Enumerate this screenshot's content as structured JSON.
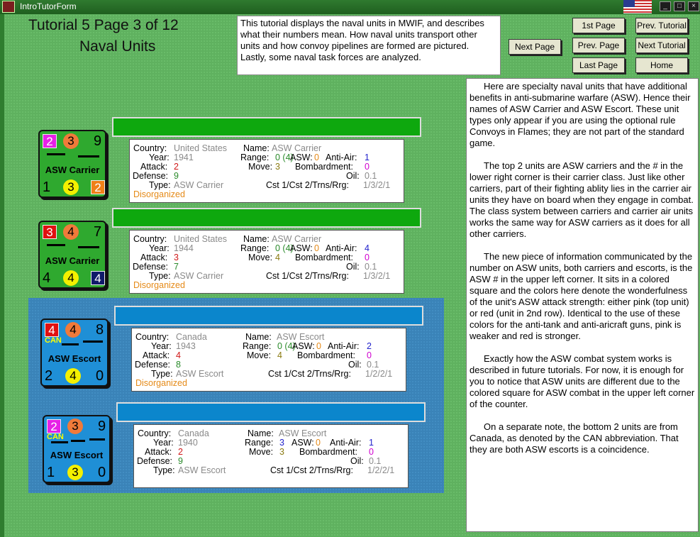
{
  "window": {
    "title": "IntroTutorForm",
    "min": "_",
    "max": "□",
    "close": "×"
  },
  "header": {
    "title": "Tutorial 5   Page 3 of 12",
    "subtitle": "Naval Units",
    "intro": "This tutorial displays the naval units in MWIF, and describes what their numbers mean.  How naval units transport other units and how convoy pipelines are formed are pictured.  Lastly, some naval task forces are analyzed."
  },
  "nav": {
    "next_page": "Next Page",
    "first_page": "1st Page",
    "prev_tutorial": "Prev. Tutorial",
    "prev_page": "Prev. Page",
    "next_tutorial": "Next Tutorial",
    "last_page": "Last Page",
    "home": "Home"
  },
  "labels": {
    "country": "Country:",
    "name": "Name:",
    "year": "Year:",
    "range": "Range:",
    "asw": "ASW:",
    "anti_air": "Anti-Air:",
    "attack": "Attack:",
    "move": "Move:",
    "bombardment": "Bombardment:",
    "defense": "Defense:",
    "oil": "Oil:",
    "type": "Type:",
    "cst": "Cst 1/Cst 2/Trns/Rrg:"
  },
  "units": [
    {
      "counter": {
        "tl": "2",
        "tm": "3",
        "tr": "9",
        "label": "ASW Carrier",
        "bl": "1",
        "bm": "3",
        "br": "2",
        "can": ""
      },
      "country": "United States",
      "name": "ASW Carrier",
      "year": "1941",
      "range": "0 (4)",
      "asw": "0",
      "anti_air": "1",
      "attack": "2",
      "move": "3",
      "bombardment": "0",
      "defense": "9",
      "oil": "0.1",
      "type": "ASW Carrier",
      "cst": "1/3/2/1",
      "status": "Disorganized"
    },
    {
      "counter": {
        "tl": "3",
        "tm": "4",
        "tr": "7",
        "label": "ASW Carrier",
        "bl": "4",
        "bm": "4",
        "br": "4",
        "can": ""
      },
      "country": "United States",
      "name": "ASW Carrier",
      "year": "1944",
      "range": "0 (4)",
      "asw": "0",
      "anti_air": "4",
      "attack": "3",
      "move": "4",
      "bombardment": "0",
      "defense": "7",
      "oil": "0.1",
      "type": "ASW Carrier",
      "cst": "1/3/2/1",
      "status": "Disorganized"
    },
    {
      "counter": {
        "tl": "4",
        "tm": "4",
        "tr": "8",
        "label": "ASW Escort",
        "bl": "2",
        "bm": "4",
        "br": "0",
        "can": "CAN"
      },
      "country": "Canada",
      "name": "ASW Escort",
      "year": "1943",
      "range": "0 (4)",
      "asw": "0",
      "anti_air": "2",
      "attack": "4",
      "move": "4",
      "bombardment": "0",
      "defense": "8",
      "oil": "0.1",
      "type": "ASW Escort",
      "cst": "1/2/2/1",
      "status": "Disorganized"
    },
    {
      "counter": {
        "tl": "2",
        "tm": "3",
        "tr": "9",
        "label": "ASW Escort",
        "bl": "1",
        "bm": "3",
        "br": "0",
        "can": "CAN"
      },
      "country": "Canada",
      "name": "ASW Escort",
      "year": "1940",
      "range": "3",
      "asw": "0",
      "anti_air": "1",
      "attack": "2",
      "move": "3",
      "bombardment": "0",
      "defense": "9",
      "oil": "0.1",
      "type": "ASW Escort",
      "cst": "1/2/2/1",
      "status": ""
    }
  ],
  "right_text": [
    "Here are specialty naval units that have additional benefits in anti-submarine warfare (ASW).  Hence their names of ASW Carrier and ASW Escort.  These unit types only appear if you are using the optional rule Convoys in Flames; they are not part of the standard game.",
    "The top 2 units are ASW carriers and the # in the lower right corner is their carrier class.  Just like other carriers, part of their fighting ablity lies in the carrier air units they have on board when they engage in combat.  The class system between carriers and carrier air units works the same way for ASW carriers as it does for all other carriers.",
    "The new piece of information communicated by the number on ASW units, both carriers and escorts, is the ASW # in the upper left corner.  It sits in a colored square and the colors here denote the wonderfulness of the unit's ASW attack strength: either pink (top unit) or red (unit in 2nd row).  Identical to the use of these colors for the anti-tank and anti-aricraft guns, pink is weaker and red is stronger.",
    "Exactly how the ASW combat system works is described in future tutorials.  For now, it is enough for you to notice that ASW units are different due to the colored square for ASW combat in the upper left corner of the counter.",
    "On a separate note, the bottom 2 units are from Canada, as denoted by the CAN abbreviation.  That they are both ASW escorts is a coincidence."
  ],
  "colors": {
    "green_bar": "#0ea80e",
    "blue_bar": "#0b86cc",
    "sq_pink": "#e620e6",
    "sq_red": "#e01010",
    "circle_orange": "#f07a3a",
    "circle_yellow": "#f4f000",
    "class_orange": "#f08018",
    "class_navy": "#101a6a"
  }
}
